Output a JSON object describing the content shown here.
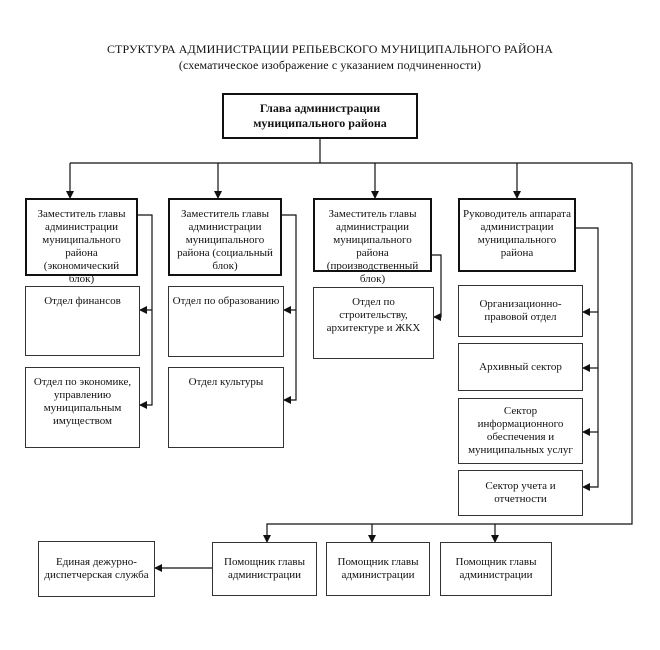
{
  "title": "СТРУКТУРА АДМИНИСТРАЦИИ РЕПЬЕВСКОГО МУНИЦИПАЛЬНОГО РАЙОНА",
  "subtitle": "(схематическое изображение с указанием подчиненности)",
  "head": "Глава администрации муниципального района",
  "deputies": {
    "economic": "Заместитель главы администрации муниципального района (экономический блок)",
    "social": "Заместитель главы администрации муниципального района (социальный блок)",
    "production": "Заместитель главы администрации муниципального района (производственный блок)",
    "apparatus": "Руководитель аппарата администрации муниципального района"
  },
  "departments": {
    "finance": "Отдел финансов",
    "economy": "Отдел по экономике, управлению муниципальным имуществом",
    "education": "Отдел по образованию",
    "culture": "Отдел культуры",
    "construction": "Отдел по строительству, архитектуре и ЖКХ",
    "legal": "Организационно-правовой отдел",
    "archive": "Архивный сектор",
    "info": "Сектор информационного обеспечения и муниципальных услуг",
    "accounting": "Сектор учета и отчетности"
  },
  "assistants": {
    "a1": "Помощник главы администрации",
    "a2": "Помощник главы администрации",
    "a3": "Помощник главы администрации"
  },
  "dispatch": "Единая дежурно-диспетчерская служба"
}
